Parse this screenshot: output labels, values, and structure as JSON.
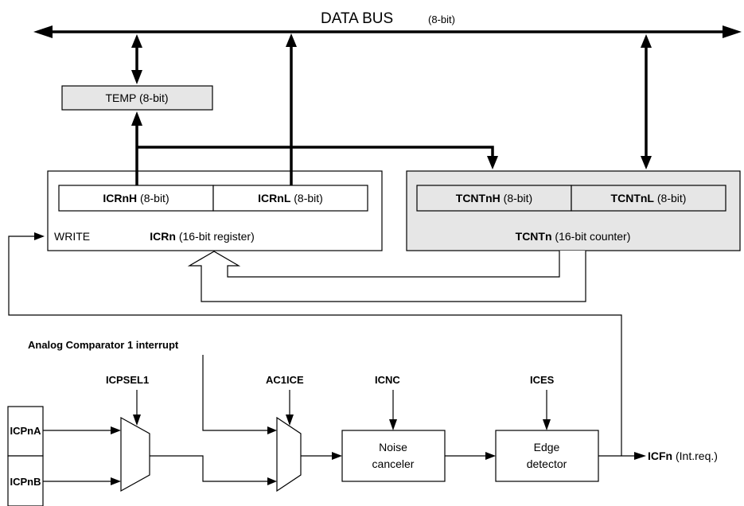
{
  "title": {
    "main": "DATA BUS",
    "sub": "(8-bit)"
  },
  "temp": {
    "label": "TEMP (8-bit)"
  },
  "icr": {
    "high": {
      "name": "ICRnH",
      "suffix": "(8-bit)"
    },
    "low": {
      "name": "ICRnL",
      "suffix": "(8-bit)"
    },
    "reg": {
      "name": "ICRn",
      "suffix": "(16-bit register)"
    },
    "write": "WRITE"
  },
  "tcnt": {
    "high": {
      "name": "TCNTnH",
      "suffix": "(8-bit)"
    },
    "low": {
      "name": "TCNTnL",
      "suffix": "(8-bit)"
    },
    "reg": {
      "name": "TCNTn",
      "suffix": "(16-bit counter)"
    }
  },
  "signals": {
    "analog_comparator": "Analog Comparator 1 interrupt",
    "icpsel1": "ICPSEL1",
    "ac1ice": "AC1ICE",
    "icnc": "ICNC",
    "ices": "ICES"
  },
  "inputs": {
    "a": "ICPnA",
    "b": "ICPnB"
  },
  "noise": {
    "line1": "Noise",
    "line2": "canceler"
  },
  "edge": {
    "line1": "Edge",
    "line2": "detector"
  },
  "output": {
    "name": "ICFn",
    "suffix": "(Int.req.)"
  },
  "colors": {
    "fill_gray": "#e6e6e6",
    "stroke": "#000000",
    "background": "#ffffff"
  }
}
